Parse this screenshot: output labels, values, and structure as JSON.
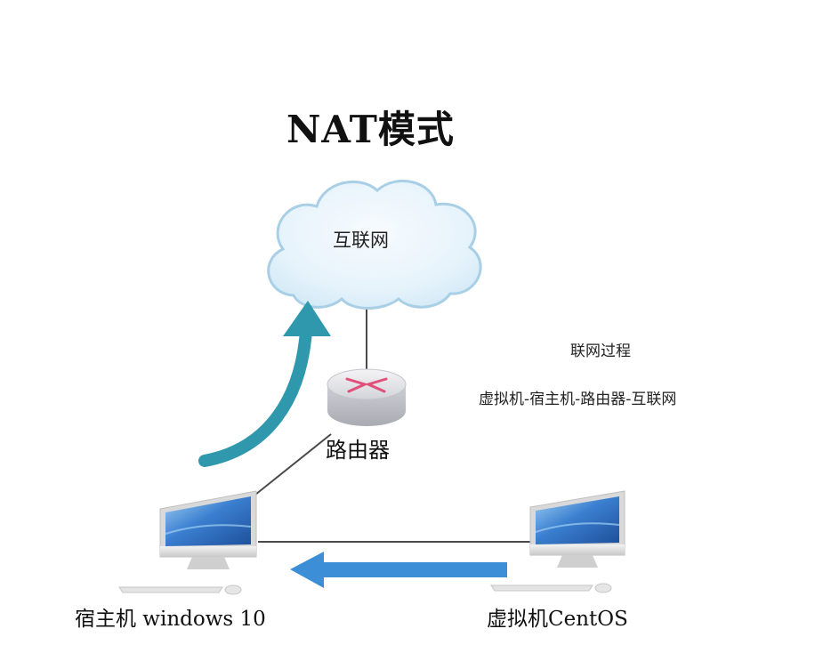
{
  "title": "NAT模式",
  "nodes": {
    "internet": {
      "label": "互联网"
    },
    "router": {
      "label": "路由器"
    },
    "host": {
      "label": "宿主机 windows 10"
    },
    "vm": {
      "label": "虚拟机CentOS"
    }
  },
  "annotation": {
    "heading": "联网过程",
    "path": "虚拟机-宿主机-路由器-互联网"
  },
  "colors": {
    "arrow_up": "#2f98ad",
    "arrow_left": "#3c8fd6",
    "link_line": "#4a4a4a",
    "cloud_fill": "#e6f3fb",
    "cloud_stroke": "#a9cfe6",
    "router_body": "#dcdde2",
    "router_mark": "#e0507a",
    "screen": "#2f6fc2"
  },
  "icons": [
    "cloud-icon",
    "router-icon",
    "desktop-computer-icon",
    "keyboard-icon",
    "mouse-icon"
  ]
}
